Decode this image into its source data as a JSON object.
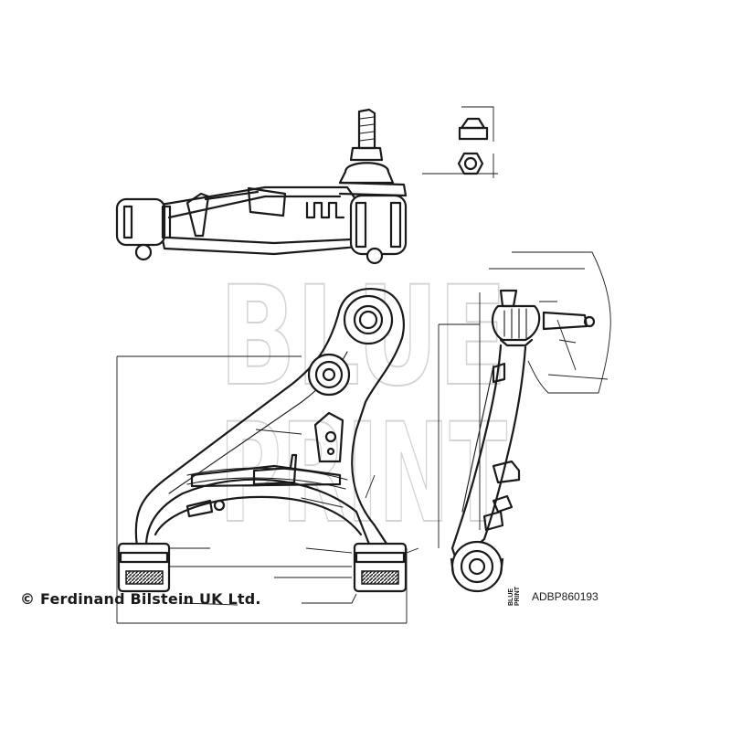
{
  "copyright": "© Ferdinand Bilstein UK Ltd.",
  "logo": {
    "line1": "BLUE",
    "line2": "PRINT"
  },
  "part_number": "ADBP860193",
  "watermark": {
    "line1": "BLUE",
    "line2": "PRINT"
  }
}
